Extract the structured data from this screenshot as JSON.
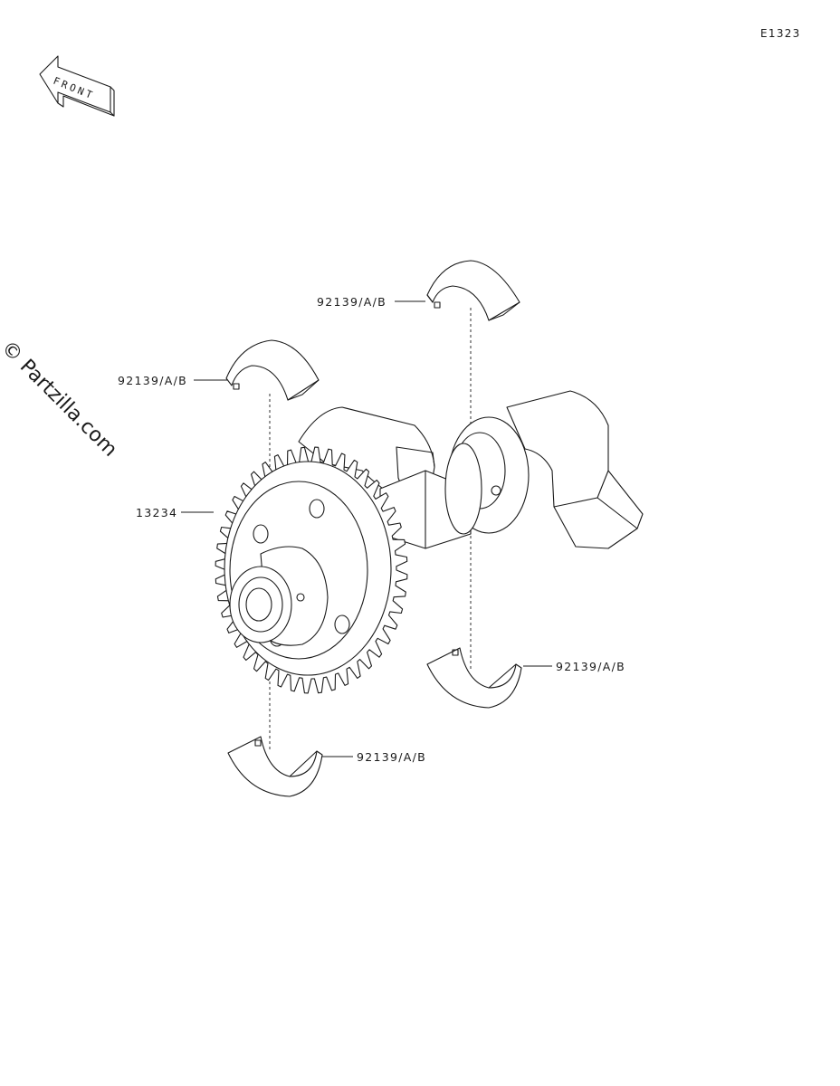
{
  "diagram": {
    "code": "E1323",
    "front_badge": "FRONT",
    "watermark": "© Partzilla.com"
  },
  "parts": {
    "bearing_top_right": "92139/A/B",
    "bearing_top_left": "92139/A/B",
    "gear": "13234",
    "bearing_bottom_right": "92139/A/B",
    "bearing_bottom_left": "92139/A/B"
  }
}
